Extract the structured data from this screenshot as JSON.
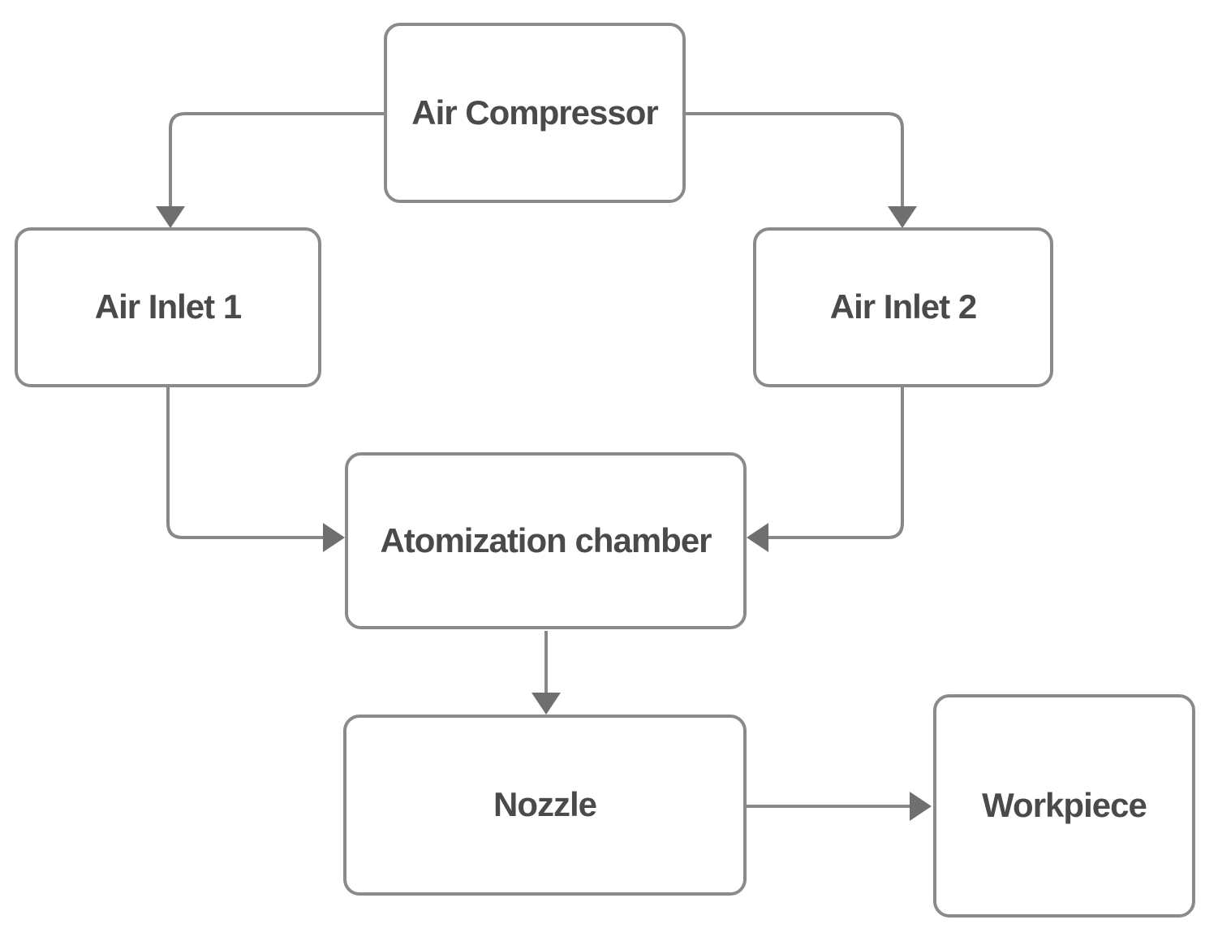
{
  "diagram": {
    "type": "flowchart",
    "nodes": [
      {
        "id": "air-compressor",
        "label": "Air Compressor"
      },
      {
        "id": "air-inlet-1",
        "label": "Air Inlet 1"
      },
      {
        "id": "air-inlet-2",
        "label": "Air Inlet 2"
      },
      {
        "id": "atomization-chamber",
        "label": "Atomization chamber"
      },
      {
        "id": "nozzle",
        "label": "Nozzle"
      },
      {
        "id": "workpiece",
        "label": "Workpiece"
      }
    ],
    "edges": [
      {
        "from": "air-compressor",
        "to": "air-inlet-1"
      },
      {
        "from": "air-compressor",
        "to": "air-inlet-2"
      },
      {
        "from": "air-inlet-1",
        "to": "atomization-chamber"
      },
      {
        "from": "air-inlet-2",
        "to": "atomization-chamber"
      },
      {
        "from": "atomization-chamber",
        "to": "nozzle"
      },
      {
        "from": "nozzle",
        "to": "workpiece"
      }
    ],
    "colors": {
      "background": "#ffffff",
      "node_fill": "#ffffff",
      "node_border": "#8a8a8a",
      "label_text": "#4a4a4a",
      "connector": "#878787",
      "arrowhead": "#6f6f6f"
    }
  }
}
